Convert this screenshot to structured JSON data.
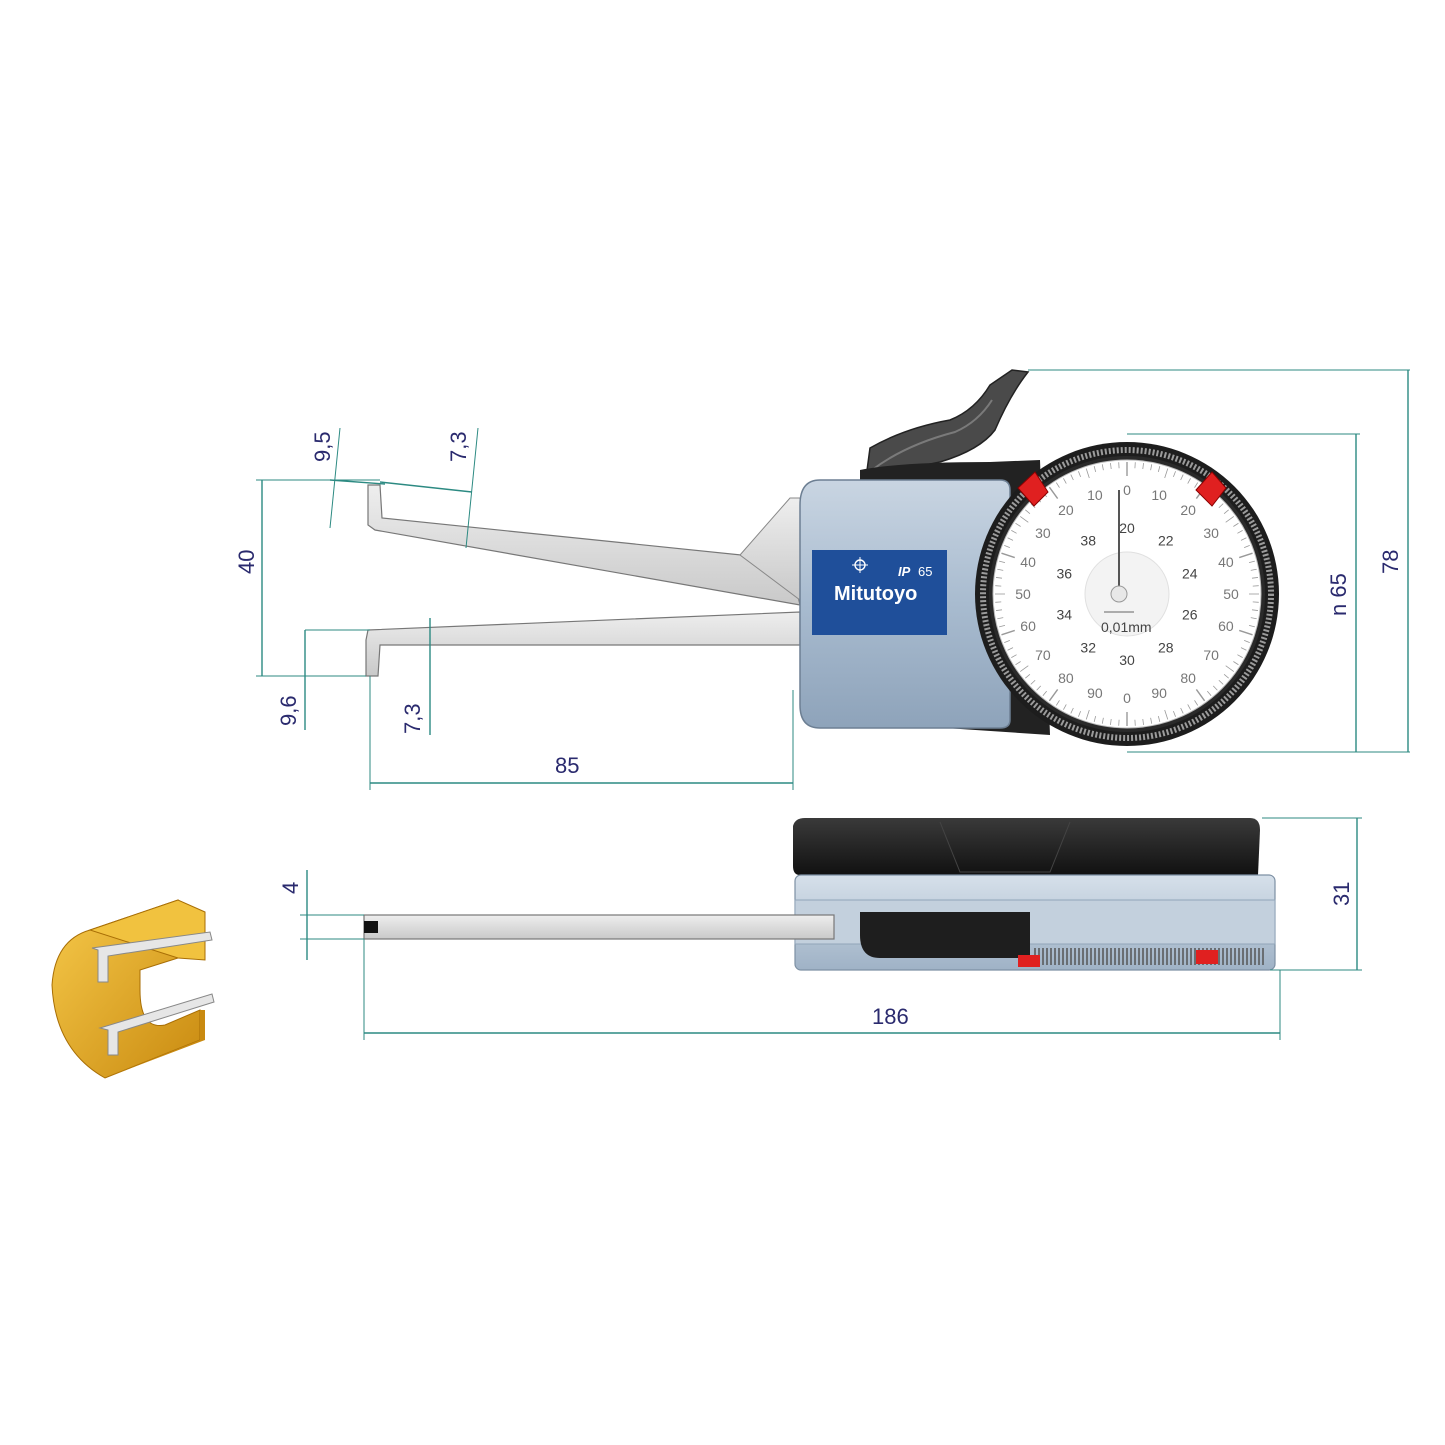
{
  "brand": {
    "name": "Mitutoyo",
    "ip_badge": "IP",
    "ip_rating": "65"
  },
  "dial": {
    "unit_label": "0,01mm",
    "outer_labels": [
      "0",
      "10",
      "20",
      "30",
      "40",
      "50",
      "60",
      "70",
      "80",
      "90",
      "0",
      "90",
      "80",
      "70",
      "60",
      "50",
      "40",
      "30",
      "20",
      "10"
    ],
    "inner_labels": [
      "20",
      "22",
      "24",
      "26",
      "28",
      "30",
      "32",
      "34",
      "36",
      "38"
    ]
  },
  "dimensions": {
    "tip_upper_offset": "9,5",
    "tip_upper_depth": "7,3",
    "jaw_gap": "40",
    "tip_lower_offset": "9,6",
    "tip_lower_depth": "7,3",
    "arm_length": "85",
    "dial_diameter": "n 65",
    "total_height": "78",
    "body_thickness": "31",
    "arm_thickness": "4",
    "total_length": "186"
  },
  "colors": {
    "body_blue": "#a9bccf",
    "body_dark": "#1e1e1e",
    "badge_blue": "#1f4f9a",
    "dimension_teal": "#2c8a82",
    "dimension_text": "#2a2a6e",
    "marker_red": "#e02020",
    "gold": "#e2a51d"
  }
}
